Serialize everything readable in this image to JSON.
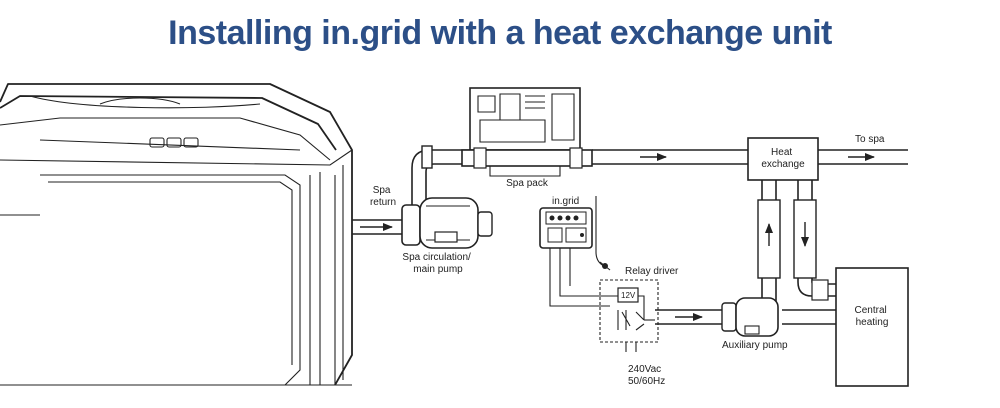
{
  "title": "Installing in.grid with a heat exchange unit",
  "colors": {
    "title": "#2c4f87",
    "line": "#222222"
  },
  "labels": {
    "spa_return": [
      "Spa",
      "return"
    ],
    "pump": [
      "Spa circulation/",
      "main pump"
    ],
    "spa_pack": "Spa pack",
    "ingrid": "in.grid",
    "relay_driver": "Relay driver",
    "relay_voltage": "12V",
    "heat_exchange": [
      "Heat",
      "exchange"
    ],
    "to_spa": "To spa",
    "central_heating": [
      "Central",
      "heating"
    ],
    "aux_pump": "Auxiliary pump",
    "mains": [
      "240Vac",
      "50/60Hz"
    ]
  }
}
